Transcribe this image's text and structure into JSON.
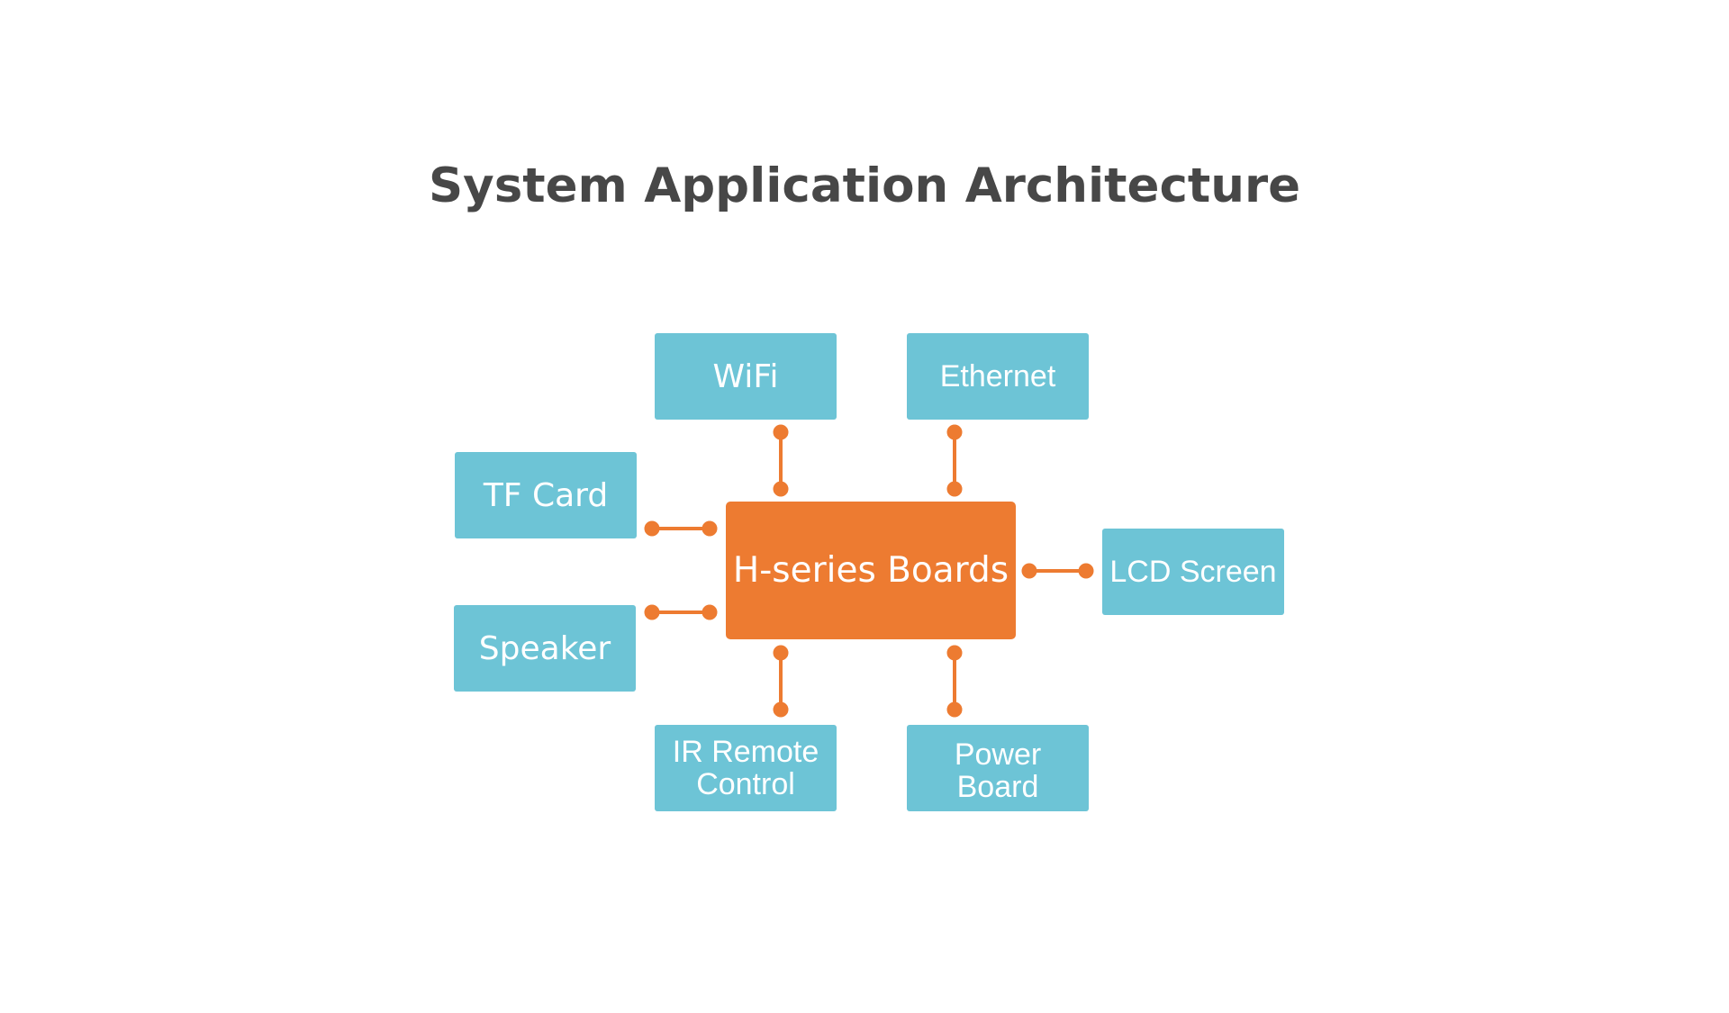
{
  "title": "System Application Architecture",
  "colors": {
    "peripheral_box": "#6dc4d6",
    "center_box": "#ed7b31",
    "connector": "#ed7b31",
    "title_text": "#474747",
    "box_text": "#ffffff"
  },
  "center": {
    "label": "H-series Boards"
  },
  "peripherals": {
    "wifi": "WiFi",
    "ethernet": "Ethernet",
    "tf_card": "TF Card",
    "speaker": "Speaker",
    "lcd_screen": "LCD Screen",
    "ir_remote": "IR Remote\nControl",
    "power_board": "Power\nBoard"
  }
}
